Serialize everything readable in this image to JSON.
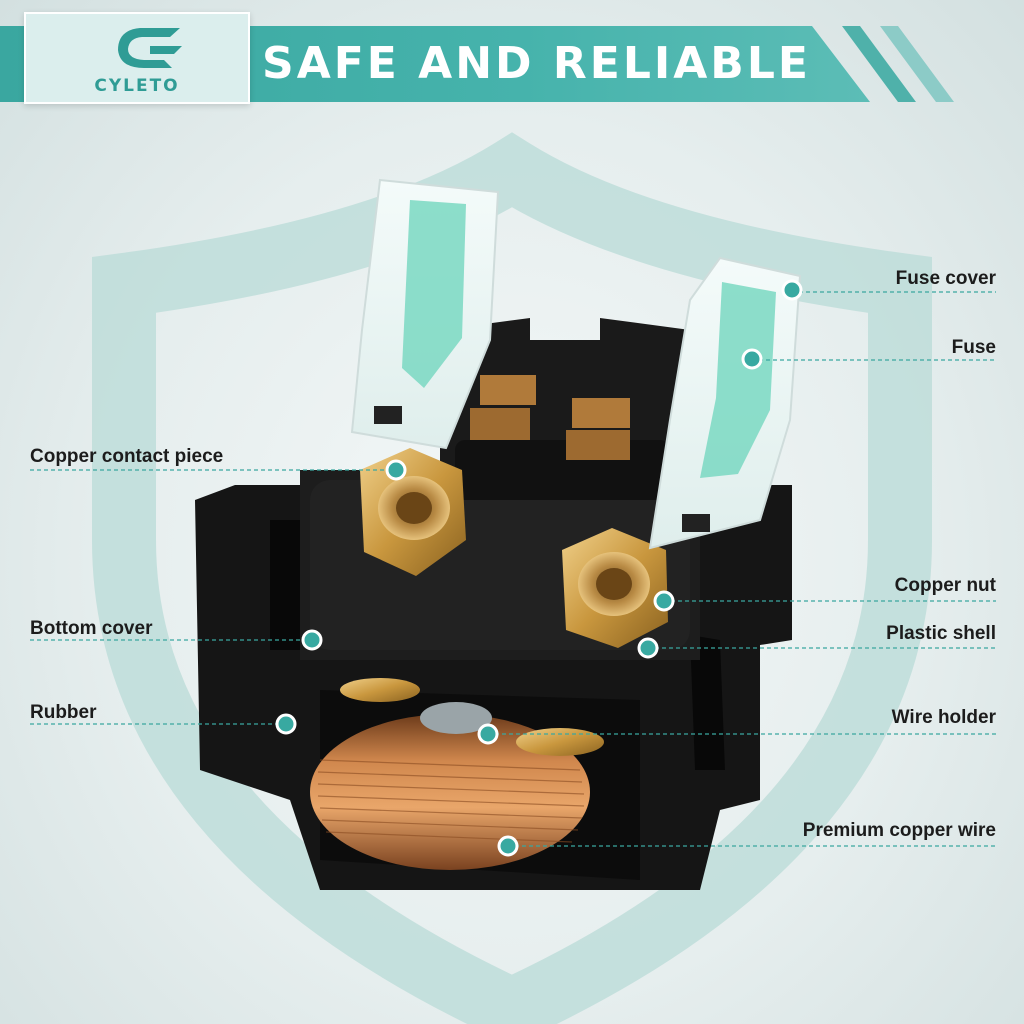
{
  "brand": {
    "name": "CYLETO"
  },
  "header": {
    "title": "SAFE AND RELIABLE"
  },
  "callouts": {
    "fuse_cover": "Fuse cover",
    "fuse": "Fuse",
    "copper_contact_piece": "Copper contact piece",
    "copper_nut": "Copper nut",
    "bottom_cover": "Bottom cover",
    "plastic_shell": "Plastic shell",
    "rubber": "Rubber",
    "wire_holder": "Wire holder",
    "premium_copper_wire": "Premium copper wire"
  },
  "colors": {
    "accent": "#3aa7a0",
    "dot": "#38a9a1",
    "shield": "#bfe0dc"
  }
}
